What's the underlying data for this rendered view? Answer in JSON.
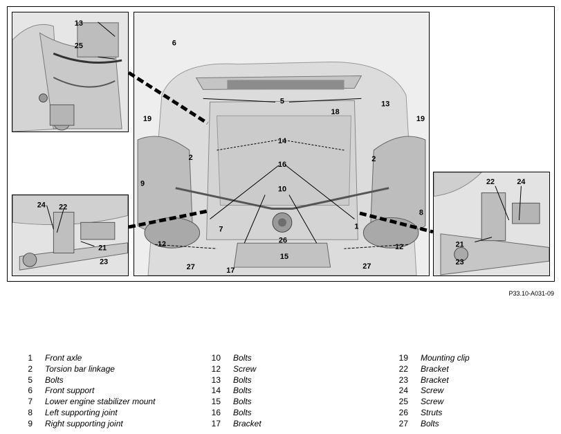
{
  "figure_ref": "P33.10-A031-09",
  "callouts": {
    "main": [
      "6",
      "5",
      "13",
      "18",
      "19",
      "19",
      "14",
      "2",
      "2",
      "16",
      "9",
      "10",
      "8",
      "7",
      "1",
      "12",
      "12",
      "26",
      "15",
      "27",
      "27",
      "17"
    ],
    "top_left": [
      "13",
      "25"
    ],
    "bottom_left": [
      "24",
      "22",
      "21",
      "23"
    ],
    "right": [
      "22",
      "24",
      "21",
      "23"
    ]
  },
  "legend": [
    [
      {
        "num": "1",
        "text": "Front axle"
      },
      {
        "num": "2",
        "text": "Torsion bar linkage"
      },
      {
        "num": "5",
        "text": "Bolts"
      },
      {
        "num": "6",
        "text": "Front support"
      },
      {
        "num": "7",
        "text": "Lower engine stabilizer mount"
      },
      {
        "num": "8",
        "text": "Left supporting joint"
      },
      {
        "num": "9",
        "text": "Right supporting joint"
      }
    ],
    [
      {
        "num": "10",
        "text": "Bolts"
      },
      {
        "num": "12",
        "text": "Screw"
      },
      {
        "num": "13",
        "text": "Bolts"
      },
      {
        "num": "14",
        "text": "Bolts"
      },
      {
        "num": "15",
        "text": "Bolts"
      },
      {
        "num": "16",
        "text": "Bolts"
      },
      {
        "num": "17",
        "text": "Bracket"
      }
    ],
    [
      {
        "num": "19",
        "text": "Mounting clip"
      },
      {
        "num": "22",
        "text": "Bracket"
      },
      {
        "num": "23",
        "text": "Bracket"
      },
      {
        "num": "24",
        "text": "Screw"
      },
      {
        "num": "25",
        "text": "Screw"
      },
      {
        "num": "26",
        "text": "Struts"
      },
      {
        "num": "27",
        "text": "Bolts"
      }
    ]
  ]
}
